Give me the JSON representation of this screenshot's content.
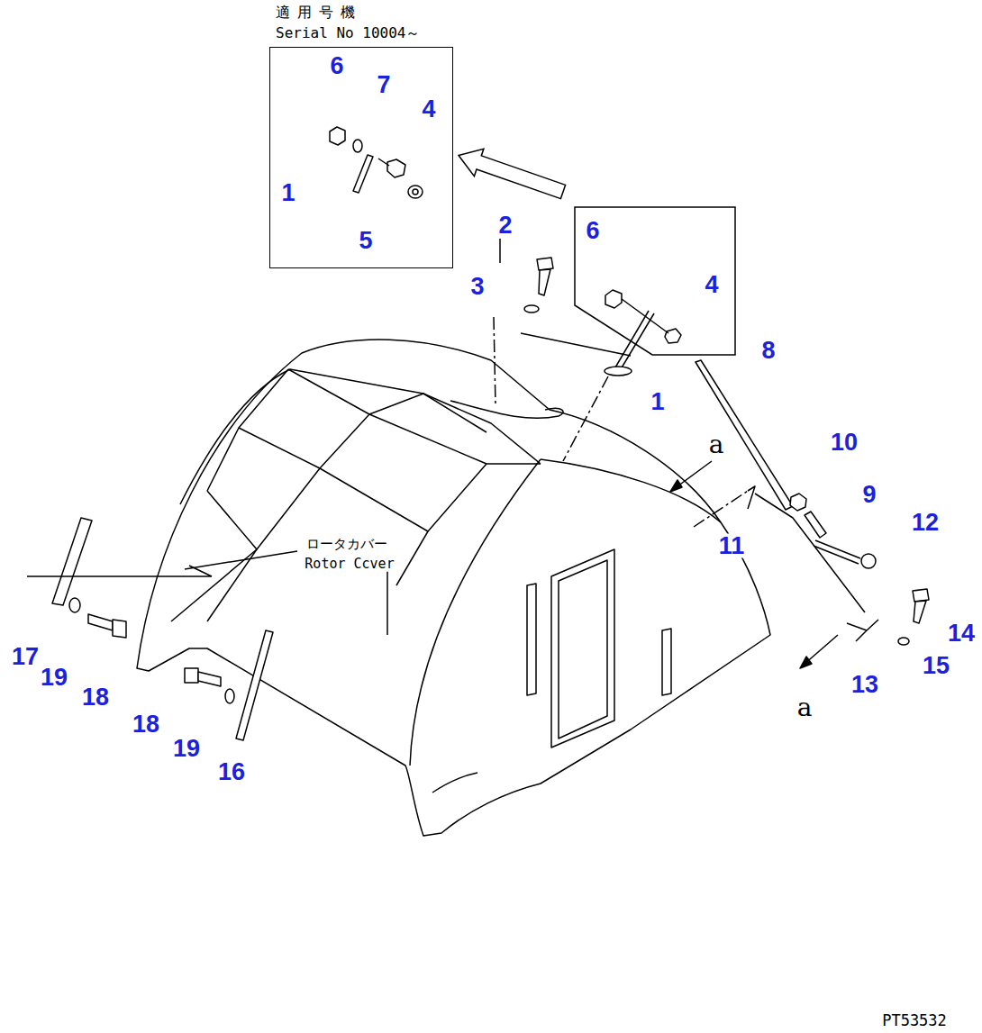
{
  "diagram": {
    "nodes": [
      {
        "text": [
          "適用号機",
          "Serial No 10004～",
          "6",
          "7",
          "4",
          "1",
          "5"
        ]
      },
      {
        "text": [
          "6",
          "4"
        ]
      }
    ],
    "edges": [
      {
        "from": 1,
        "to": 0,
        "arrow": "to"
      }
    ],
    "labels": [
      "2",
      "3",
      "1",
      "8",
      "10",
      "9",
      "12",
      "11",
      "14",
      "15",
      "13",
      "17",
      "19",
      "18",
      "18",
      "19",
      "16",
      "a",
      "a",
      "ロータカバー",
      "Rotor Ccver",
      "PT53532"
    ]
  }
}
